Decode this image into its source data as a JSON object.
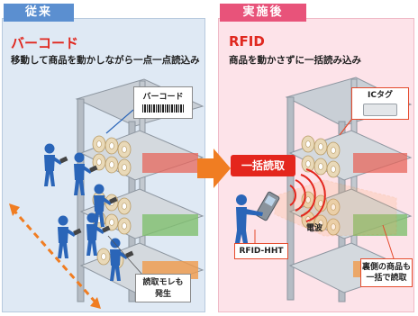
{
  "left": {
    "tab": "従来",
    "heading": "バーコード",
    "subtitle": "移動して商品を動かしながら一点一点読込み",
    "barcode_label": "バーコード",
    "miss_note_line1": "読取モレも",
    "miss_note_line2": "発生"
  },
  "right": {
    "tab": "実施後",
    "heading": "RFID",
    "subtitle": "商品を動かさずに一括読み込み",
    "ic_tag_label": "ICタグ",
    "bulk_read": "一括読取",
    "radio_wave": "電波",
    "device": "RFID-HHT",
    "back_items_line1": "裏側の商品も",
    "back_items_line2": "一括で読取"
  },
  "colors": {
    "left_tab": "#5b8fd0",
    "right_tab": "#e8537a",
    "heading": "#e0281f",
    "arrow": "#f07d22",
    "person": "#2a65b8",
    "badge": "#e4261d"
  }
}
